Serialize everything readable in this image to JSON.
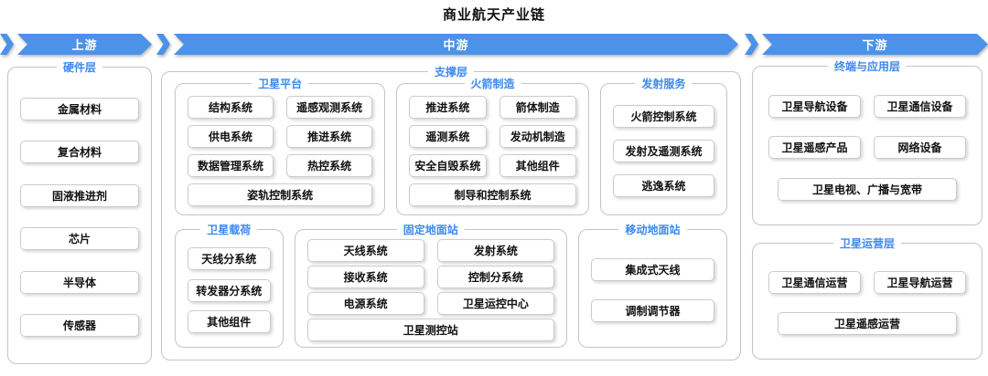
{
  "title": "商业航天产业链",
  "colors": {
    "arrow_blue": "#4B92E8",
    "label_blue": "#3C89F0",
    "border_gray": "#C4C4C4",
    "text_dark": "#111111"
  },
  "arrows": {
    "upstream": "上游",
    "midstream": "中游",
    "downstream": "下游"
  },
  "upstream": {
    "label": "硬件层",
    "items": [
      "金属材料",
      "复合材料",
      "固液推进剂",
      "芯片",
      "半导体",
      "传感器"
    ]
  },
  "midstream": {
    "label": "支撑层",
    "satellite_platform": {
      "label": "卫星平台",
      "items": [
        "结构系统",
        "遥感观测系统",
        "供电系统",
        "推进系统",
        "数据管理系统",
        "热控系统",
        "姿轨控制系统"
      ]
    },
    "rocket_manufacturing": {
      "label": "火箭制造",
      "items": [
        "推进系统",
        "箭体制造",
        "遥测系统",
        "发动机制造",
        "安全自毁系统",
        "其他组件",
        "制导和控制系统"
      ]
    },
    "launch_service": {
      "label": "发射服务",
      "items": [
        "火箭控制系统",
        "发射及遥测系统",
        "逃逸系统"
      ]
    },
    "satellite_payload": {
      "label": "卫星载荷",
      "items": [
        "天线分系统",
        "转发器分系统",
        "其他组件"
      ]
    },
    "fixed_ground_station": {
      "label": "固定地面站",
      "items": [
        "天线系统",
        "发射系统",
        "接收系统",
        "控制分系统",
        "电源系统",
        "卫星运控中心",
        "卫星测控站"
      ]
    },
    "mobile_ground_station": {
      "label": "移动地面站",
      "items": [
        "集成式天线",
        "调制调节器"
      ]
    }
  },
  "downstream": {
    "terminal_application": {
      "label": "终端与应用层",
      "items": [
        "卫星导航设备",
        "卫星通信设备",
        "卫星遥感产品",
        "网络设备",
        "卫星电视、广播与宽带"
      ]
    },
    "satellite_operation": {
      "label": "卫星运营层",
      "items": [
        "卫星通信运营",
        "卫星导航运营",
        "卫星遥感运营"
      ]
    }
  }
}
